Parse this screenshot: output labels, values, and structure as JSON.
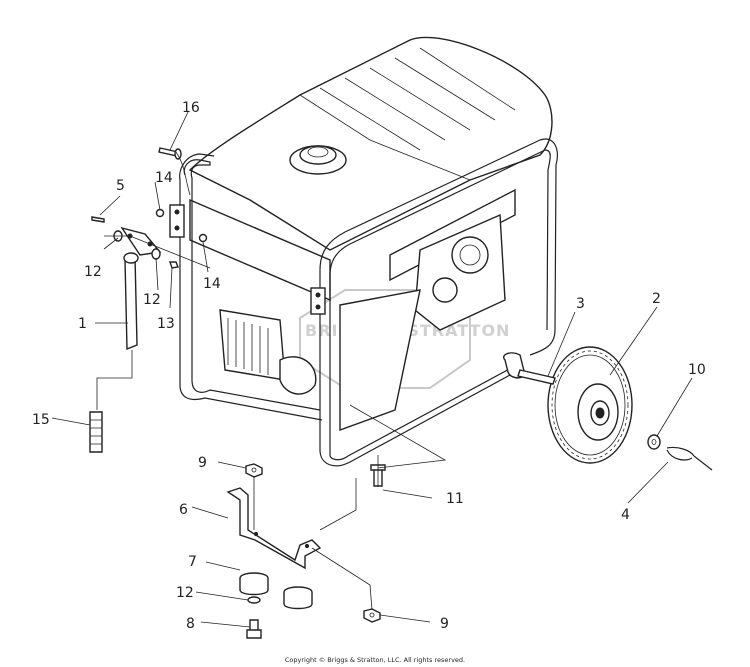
{
  "watermark": "BRIGGS & STRATTON",
  "copyright": "Copyright © Briggs & Stratton, LLC. All rights reserved.",
  "callouts": {
    "c1": "1",
    "c2": "2",
    "c3": "3",
    "c4": "4",
    "c5": "5",
    "c6": "6",
    "c7": "7",
    "c8": "8",
    "c9a": "9",
    "c9b": "9",
    "c10": "10",
    "c11": "11",
    "c12a": "12",
    "c12b": "12",
    "c12c": "12",
    "c13": "13",
    "c14a": "14",
    "c14b": "14",
    "c15": "15",
    "c16": "16"
  }
}
